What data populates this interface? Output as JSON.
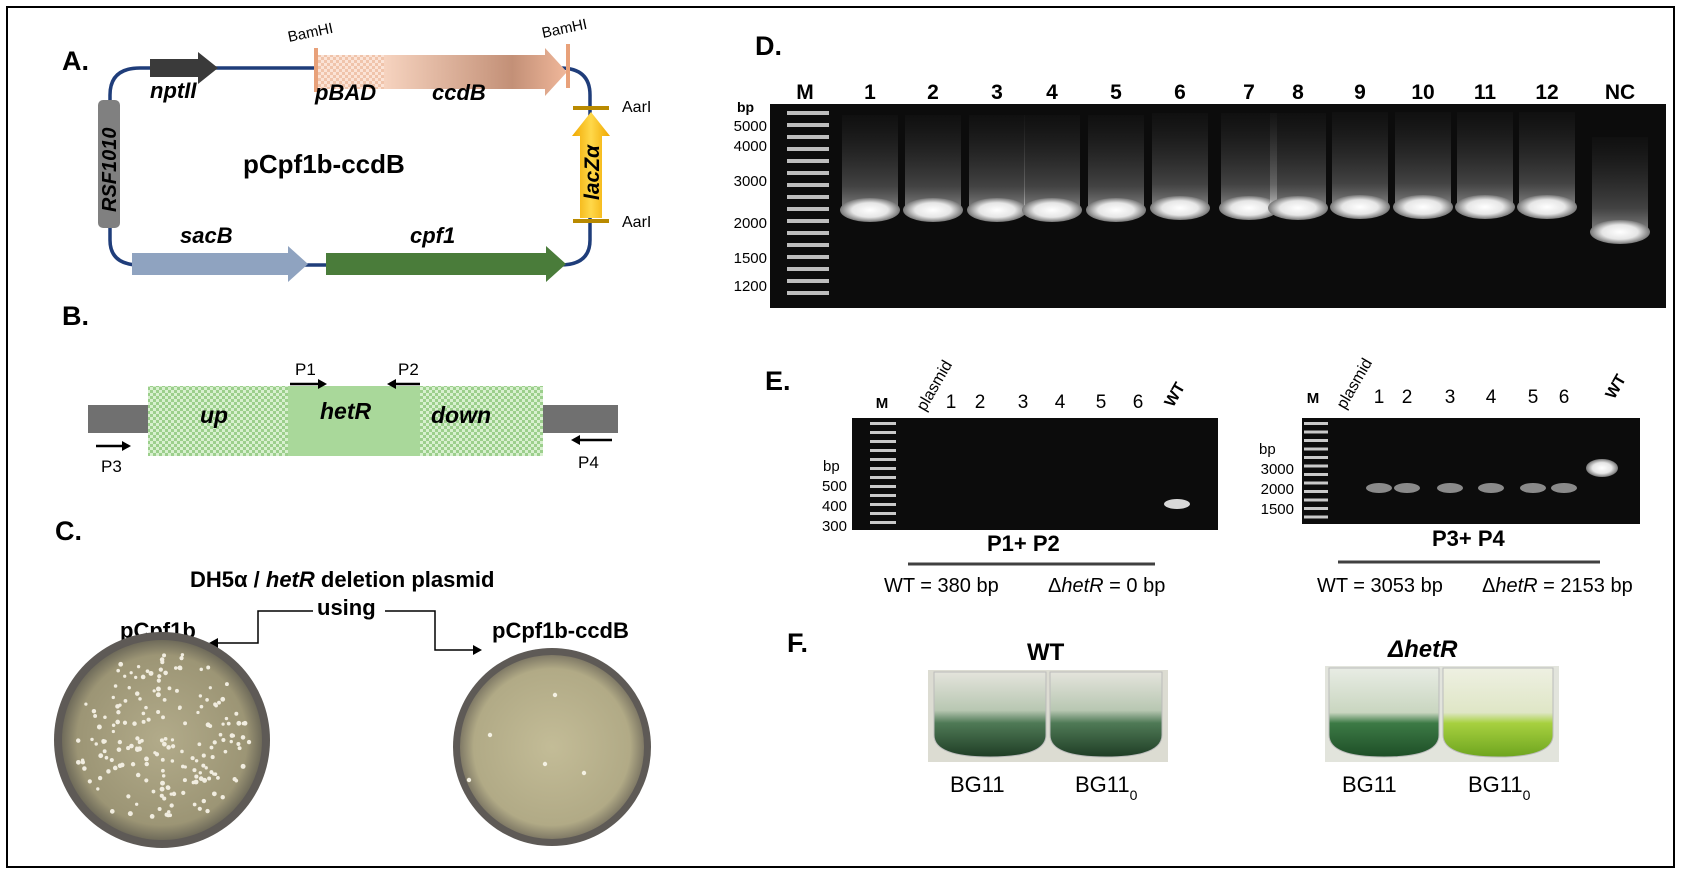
{
  "panels": {
    "A": {
      "label": "A.",
      "plasmid_name": "pCpf1b-ccdB",
      "genes": {
        "nptII": "nptII",
        "pBAD": "pBAD",
        "ccdB": "ccdB",
        "RSF1010": "RSF1010",
        "lacZ": "lacZα",
        "sacB": "sacB",
        "cpf1": "cpf1"
      },
      "sites": {
        "bamhi_left": "BamHI",
        "bamhi_right": "BamHI",
        "aari_top": "AarI",
        "aari_bottom": "AarI"
      },
      "colors": {
        "backbone": "#1f3d7a",
        "nptII": "#3a3a3a",
        "RSF1010": "#808080",
        "ccdB": "#e8b59a",
        "pBAD": "#f3c9b0",
        "lacZ": "#f5b800",
        "sacB": "#8fa3c0",
        "cpf1": "#4a7c3a",
        "site_mark": "#e8a17a"
      }
    },
    "B": {
      "label": "B.",
      "regions": {
        "up": "up",
        "hetR": "hetR",
        "down": "down"
      },
      "primers": {
        "p1": "P1",
        "p2": "P2",
        "p3": "P3",
        "p4": "P4"
      },
      "colors": {
        "flank": "#707070",
        "homology": "#a9d89a",
        "hetR": "#a9d89a"
      }
    },
    "C": {
      "label": "C.",
      "title_prefix": "DH5α / ",
      "title_gene": "hetR",
      "title_suffix": " deletion plasmid",
      "using": "using",
      "left_plate": "pCpf1b",
      "right_plate": "pCpf1b-ccdB"
    },
    "D": {
      "label": "D.",
      "lane_labels": [
        "M",
        "1",
        "2",
        "3",
        "4",
        "5",
        "6",
        "7",
        "8",
        "9",
        "10",
        "11",
        "12",
        "NC"
      ],
      "unit": "bp",
      "ladder_sizes": [
        "5000",
        "4000",
        "3000",
        "2000",
        "1500",
        "1200"
      ]
    },
    "E": {
      "label": "E.",
      "gel1": {
        "lane_labels": [
          "M",
          "plasmid",
          "1",
          "2",
          "3",
          "4",
          "5",
          "6",
          "WT"
        ],
        "unit": "bp",
        "ladder_sizes": [
          "500",
          "400",
          "300"
        ],
        "primer_pair": "P1+ P2",
        "wt_size": "WT = 380 bp",
        "mutant_prefix": "Δ",
        "mutant_gene": "hetR",
        "mutant_size": " = 0 bp"
      },
      "gel2": {
        "lane_labels": [
          "M",
          "plasmid",
          "1",
          "2",
          "3",
          "4",
          "5",
          "6",
          "WT"
        ],
        "unit": "bp",
        "ladder_sizes": [
          "3000",
          "2000",
          "1500"
        ],
        "primer_pair": "P3+ P4",
        "wt_size": "WT = 3053 bp",
        "mutant_prefix": "Δ",
        "mutant_gene": "hetR",
        "mutant_size": " = 2153 bp"
      }
    },
    "F": {
      "label": "F.",
      "wt_title": "WT",
      "mut_title_symbol": "Δ",
      "mut_title_gene": "hetR",
      "media": [
        "BG11",
        "BG11",
        "BG11",
        "BG11"
      ],
      "subscript": "0"
    }
  }
}
